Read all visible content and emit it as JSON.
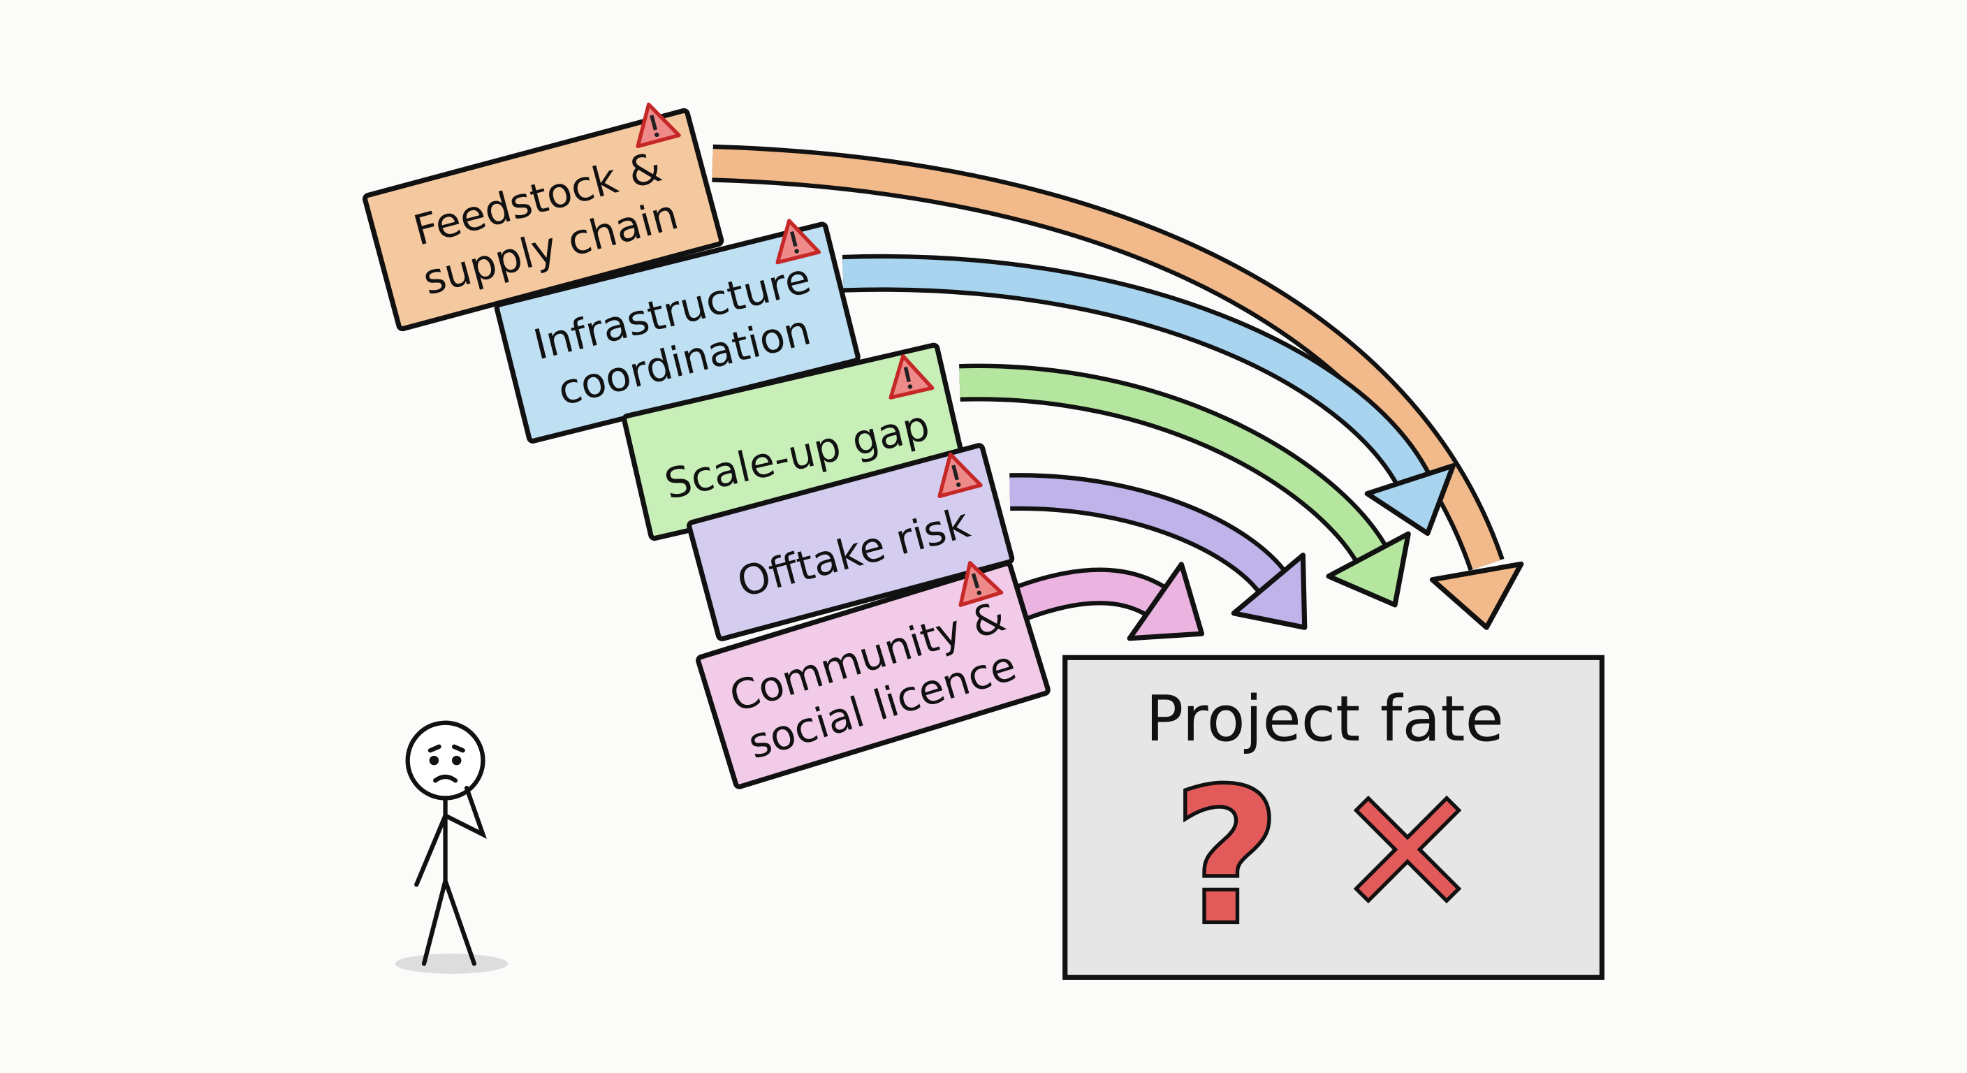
{
  "risks": [
    {
      "line1": "Feedstock &",
      "line2": "supply chain",
      "color": "#f5c9a0",
      "arrow": "#f2b98a"
    },
    {
      "line1": "Infrastructure",
      "line2": "coordination",
      "color": "#bfe0f2",
      "arrow": "#a9d4ef"
    },
    {
      "line1": "Scale-up gap",
      "line2": "",
      "color": "#c8efb8",
      "arrow": "#b4e6a0"
    },
    {
      "line1": "Offtake risk",
      "line2": "",
      "color": "#d4cdf0",
      "arrow": "#bfb3ea"
    },
    {
      "line1": "Community &",
      "line2": "social licence",
      "color": "#f1cbe8",
      "arrow": "#eab3e0"
    }
  ],
  "warning_icon": "warning-triangle-icon",
  "outcome": {
    "title": "Project fate",
    "symbols": [
      "?",
      "✕"
    ],
    "symbol_color": "#e25a5a",
    "box_color": "#e6e6e6"
  },
  "figure": "worried-stick-figure"
}
